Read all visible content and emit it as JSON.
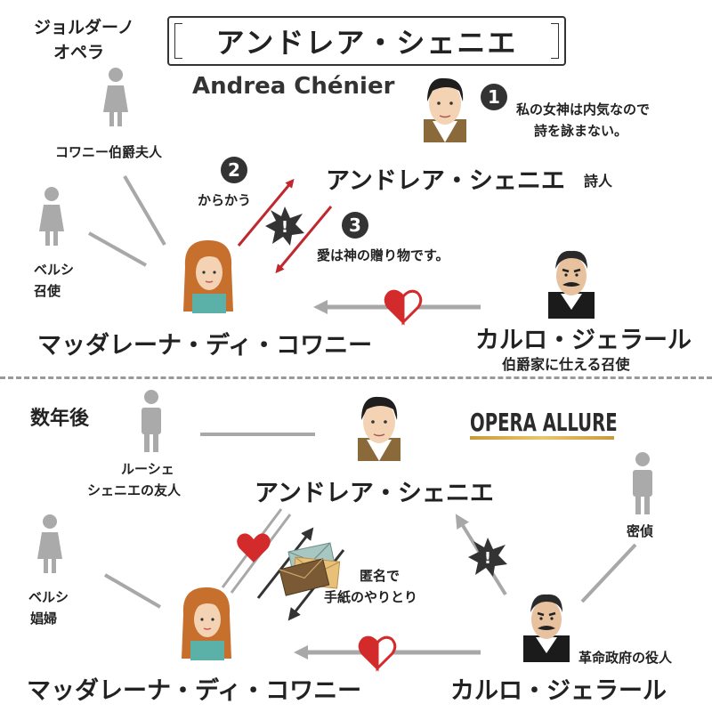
{
  "header": {
    "genre": [
      "ジョルダーノ",
      "オペラ"
    ],
    "title_jp": "アンドレア・シェニエ",
    "title_en": "Andrea Chénier"
  },
  "top": {
    "andrea": {
      "name": "アンドレア・シェニエ",
      "role": "詩人"
    },
    "quote1": {
      "num": "1",
      "lines": [
        "私の女神は内気なので",
        "詩を詠まない。"
      ]
    },
    "quote2": {
      "num": "2",
      "text": "からかう"
    },
    "quote3": {
      "num": "3",
      "text": "愛は神の贈り物です。"
    },
    "countess": "コワニー伯爵夫人",
    "bersi": [
      "ベルシ",
      "召使"
    ],
    "maddalena": "マッダレーナ・ディ・コワニー",
    "carlo": {
      "name": "カルロ・ジェラール",
      "role": "伯爵家に仕える召使"
    }
  },
  "bottom": {
    "later": "数年後",
    "brand": "OPERA ALLURE",
    "roucher": [
      "ルーシェ",
      "シェニエの友人"
    ],
    "andrea": "アンドレア・シェニエ",
    "spy": "密偵",
    "letters": [
      "匿名で",
      "手紙のやりとり"
    ],
    "bersi": [
      "ベルシ",
      "娼婦"
    ],
    "maddalena": "マッダレーナ・ディ・コワニー",
    "carlo": {
      "name": "カルロ・ジェラール",
      "role": "革命政府の役人"
    }
  },
  "colors": {
    "red_arrow": "#c0282d",
    "gray": "#a8a8a8",
    "heart": "#d32b2b",
    "dark": "#333333",
    "gold": "#d4aa4a"
  }
}
